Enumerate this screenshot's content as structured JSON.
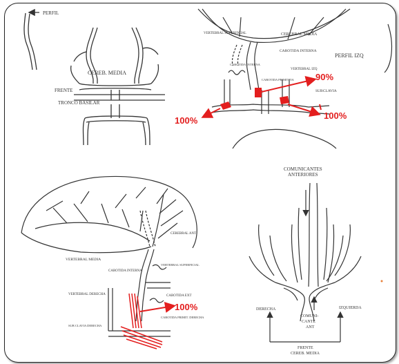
{
  "colors": {
    "vessel": "#333333",
    "annotation": "#e31e1e",
    "frame": "#222222"
  },
  "panels": {
    "top_left": {
      "perfil": "PERFIL",
      "cereb_media": "CEREB. MEDIA",
      "frente": "FRENTE",
      "tronco": "TRONCO BASILAR"
    },
    "top_right": {
      "vertebral_sup": "VERTEBRAL SUPERFICIAL",
      "cerebral_media": "CEREBRAL MEDIA",
      "carotida_interna": "CAROTIDA INTERNA",
      "perfil_izq": "PERFIL IZQ",
      "carotida_interna_2": "CAROTIDA INTERNA",
      "carotida_primitiva": "CAROTIDA PRIMITIVA",
      "vertebral_izq": "VERTEBRAL IZQ",
      "subclavia": "SUBCLAVIA",
      "pct_90": "90%",
      "pct_100_left": "100%",
      "pct_100_right": "100%"
    },
    "bottom_left": {
      "cerebral_ant": "CEREBRAL ANT",
      "vertebral_media": "VERTEBRAL MEDIA",
      "vertebral_sup": "VERTEBRAL SUPERFICIAL",
      "carotida_interna": "CAROTIDA INTERNA",
      "vertebral_derecha": "VERTEBRAL DERECHA",
      "carotida_ext": "CAROTIDA EXT",
      "carotida_primit": "CAROTIDA PRIMIT. DERECHA",
      "subclavia_derecha": "SUB CLAVIA DERECHA",
      "pct_100": "100%"
    },
    "bottom_right": {
      "comunicantes": "COMUNICANTES",
      "anteriores": "ANTERIORES",
      "derecha": "DERECHA",
      "izquierda": "IZQUIERDA",
      "comuni": "COMUNI-",
      "cante": "CANTE",
      "ant": "ANT",
      "frente": "FRENTE",
      "cereb_media": "CEREB. MEDIA"
    }
  }
}
